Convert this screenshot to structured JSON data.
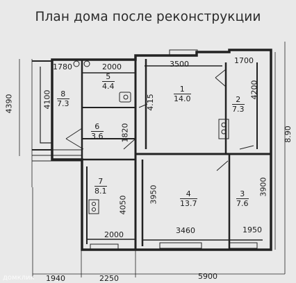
{
  "title": "План дома после реконструкции",
  "rooms": [
    {
      "num": "1",
      "area": "14.0"
    },
    {
      "num": "2",
      "area": "7.3"
    },
    {
      "num": "3",
      "area": "7.6"
    },
    {
      "num": "4",
      "area": "13.7"
    },
    {
      "num": "5",
      "area": "4.4"
    },
    {
      "num": "6",
      "area": "3.6"
    },
    {
      "num": "7",
      "area": "8.1"
    },
    {
      "num": "8",
      "area": "7.3"
    }
  ],
  "dims": {
    "d1780": "1780",
    "d2000_top": "2000",
    "d3500": "3500",
    "d1700": "1700",
    "d4390": "4390",
    "d4100": "4100",
    "d4_15": "4.15",
    "d4200": "4200",
    "d1820": "1820",
    "d8_90": "8.90",
    "d3950": "3950",
    "d4050": "4050",
    "d3900": "3900",
    "d2000_bot": "2000",
    "d3460": "3460",
    "d1950": "1950",
    "d1940": "1940",
    "d2250": "2250",
    "d5900": "5900"
  },
  "watermark": "домклик"
}
